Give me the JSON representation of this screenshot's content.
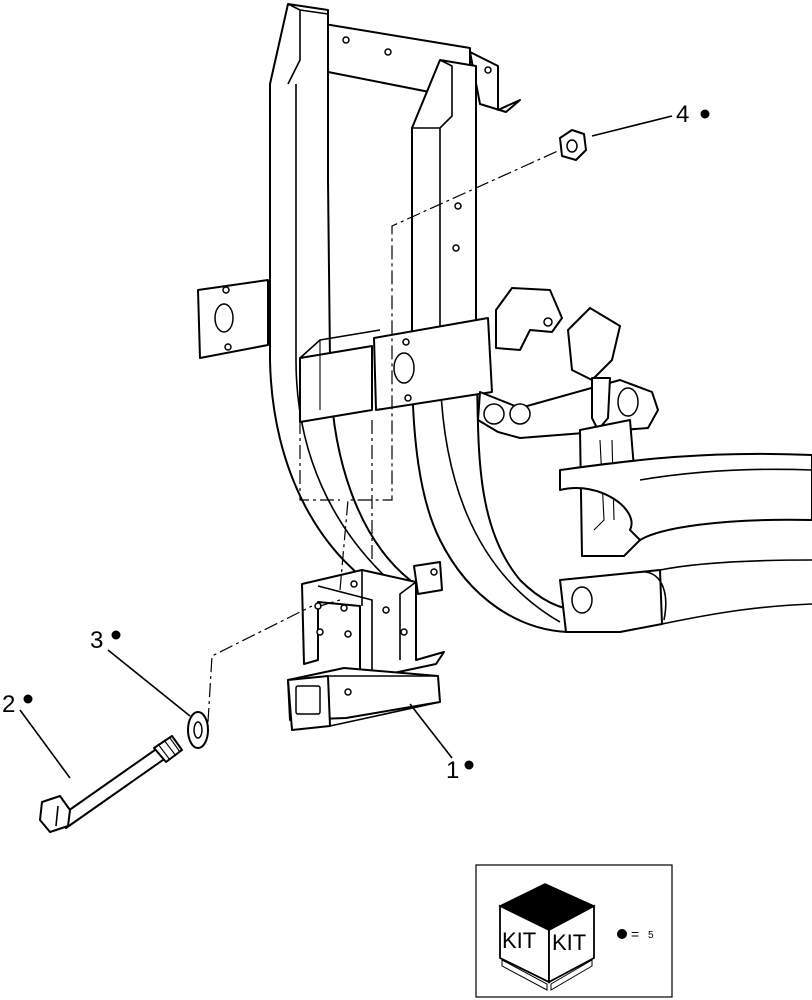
{
  "callouts": [
    {
      "number": "1"
    },
    {
      "number": "2"
    },
    {
      "number": "3"
    },
    {
      "number": "4"
    }
  ],
  "kit_legend": {
    "label_left": "KIT",
    "label_right": "KIT",
    "equals": "=",
    "quantity": "5"
  }
}
